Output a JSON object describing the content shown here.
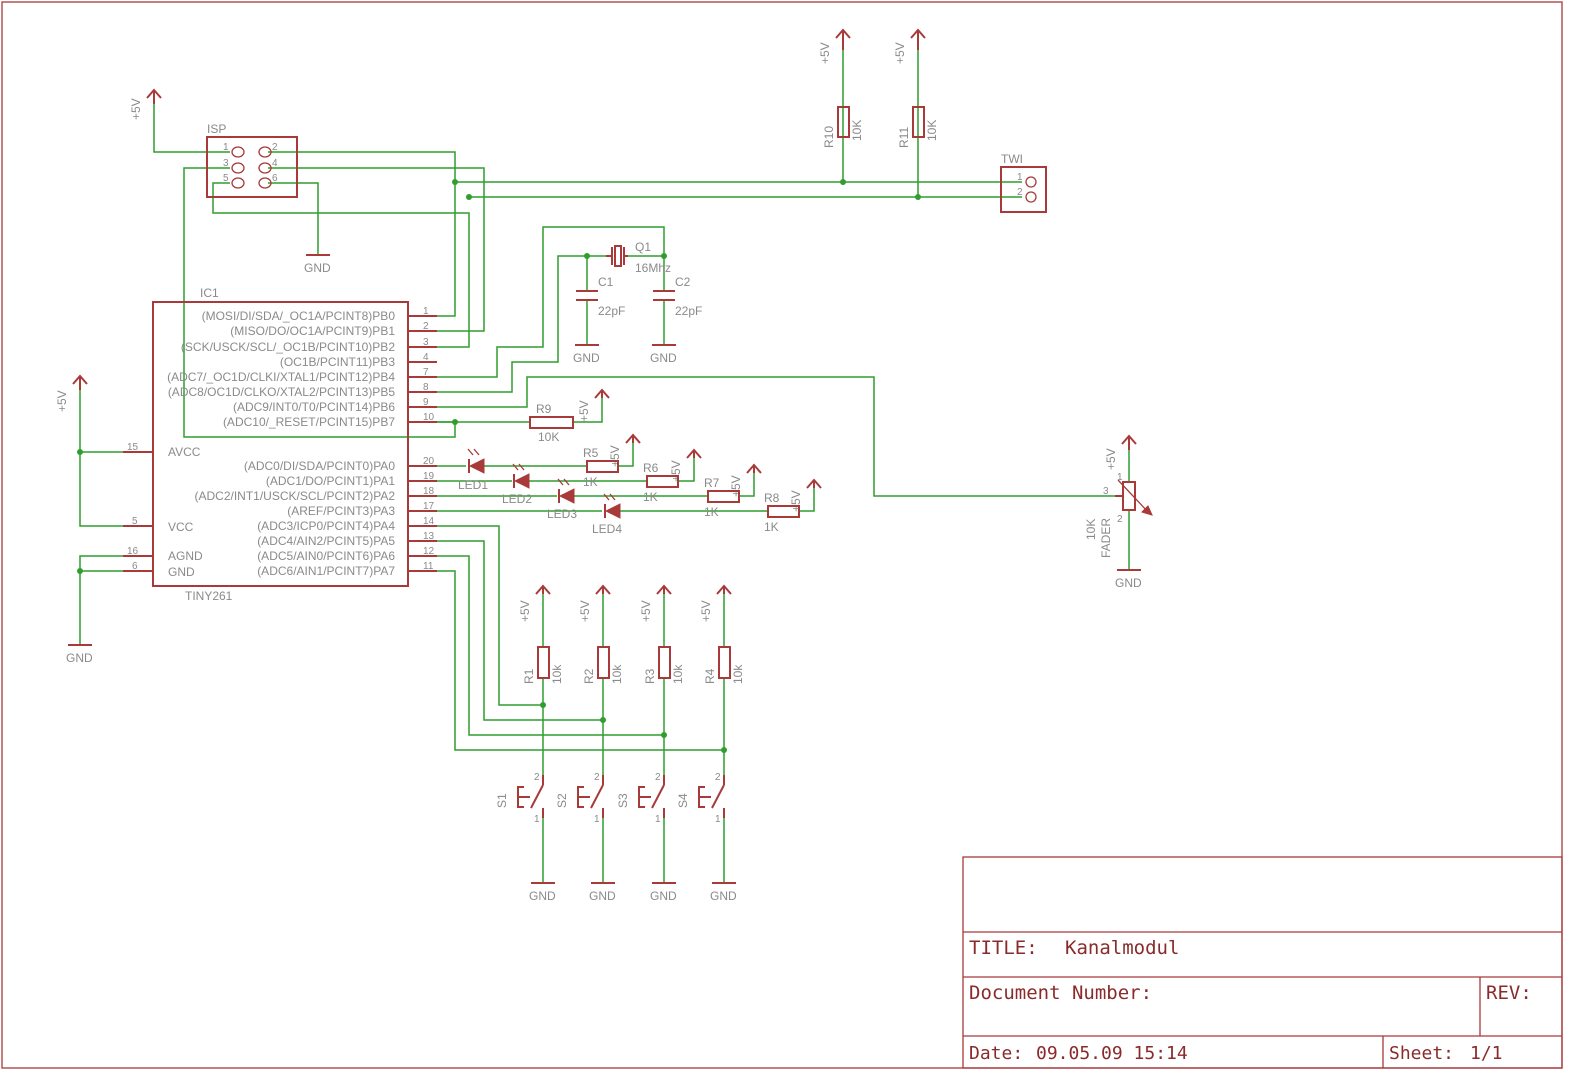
{
  "title_block": {
    "title_label": "TITLE:",
    "title": "Kanalmodul",
    "document_number_label": "Document Number:",
    "rev_label": "REV:",
    "date_label": "Date:",
    "date": "09.05.09 15:14",
    "sheet_label": "Sheet:",
    "sheet": "1/1"
  },
  "power": {
    "vcc": "+5V",
    "gnd": "GND"
  },
  "ic": {
    "name": "IC1",
    "part": "TINY261",
    "left_pins": [
      {
        "num": "15",
        "name": "AVCC"
      },
      {
        "num": "5",
        "name": "VCC"
      },
      {
        "num": "16",
        "name": "AGND"
      },
      {
        "num": "6",
        "name": "GND"
      }
    ],
    "right_pins": [
      {
        "num": "1",
        "name": "(MOSI/DI/SDA/_OC1A/PCINT8)PB0"
      },
      {
        "num": "2",
        "name": "(MISO/DO/OC1A/PCINT9)PB1"
      },
      {
        "num": "3",
        "name": "(SCK/USCK/SCL/_OC1B/PCINT10)PB2"
      },
      {
        "num": "4",
        "name": "(OC1B/PCINT11)PB3"
      },
      {
        "num": "7",
        "name": "(ADC7/_OC1D/CLKI/XTAL1/PCINT12)PB4"
      },
      {
        "num": "8",
        "name": "(ADC8/OC1D/CLKO/XTAL2/PCINT13)PB5"
      },
      {
        "num": "9",
        "name": "(ADC9/INT0/T0/PCINT14)PB6"
      },
      {
        "num": "10",
        "name": "(ADC10/_RESET/PCINT15)PB7"
      },
      {
        "num": "20",
        "name": "(ADC0/DI/SDA/PCINT0)PA0"
      },
      {
        "num": "19",
        "name": "(ADC1/DO/PCINT1)PA1"
      },
      {
        "num": "18",
        "name": "(ADC2/INT1/USCK/SCL/PCINT2)PA2"
      },
      {
        "num": "17",
        "name": "(AREF/PCINT3)PA3"
      },
      {
        "num": "14",
        "name": "(ADC3/ICP0/PCINT4)PA4"
      },
      {
        "num": "13",
        "name": "(ADC4/AIN2/PCINT5)PA5"
      },
      {
        "num": "12",
        "name": "(ADC5/AIN0/PCINT6)PA6"
      },
      {
        "num": "11",
        "name": "(ADC6/AIN1/PCINT7)PA7"
      }
    ]
  },
  "isp": {
    "name": "ISP",
    "pins": [
      "1",
      "2",
      "3",
      "4",
      "5",
      "6"
    ]
  },
  "twi": {
    "name": "TWI",
    "pins": [
      "1",
      "2"
    ]
  },
  "crystal": {
    "name": "Q1",
    "value": "16Mhz"
  },
  "caps": [
    {
      "name": "C1",
      "value": "22pF"
    },
    {
      "name": "C2",
      "value": "22pF"
    }
  ],
  "pullups": [
    {
      "name": "R10",
      "value": "10K"
    },
    {
      "name": "R11",
      "value": "10K"
    }
  ],
  "reset_resistor": {
    "name": "R9",
    "value": "10K"
  },
  "led_resistors": [
    {
      "name": "R5",
      "value": "1K"
    },
    {
      "name": "R6",
      "value": "1K"
    },
    {
      "name": "R7",
      "value": "1K"
    },
    {
      "name": "R8",
      "value": "1K"
    }
  ],
  "leds": [
    "LED1",
    "LED2",
    "LED3",
    "LED4"
  ],
  "switch_resistors": [
    {
      "name": "R1",
      "value": "10k"
    },
    {
      "name": "R2",
      "value": "10k"
    },
    {
      "name": "R3",
      "value": "10k"
    },
    {
      "name": "R4",
      "value": "10k"
    }
  ],
  "switches": [
    {
      "name": "S1",
      "pin_top": "2",
      "pin_bottom": "1"
    },
    {
      "name": "S2",
      "pin_top": "2",
      "pin_bottom": "1"
    },
    {
      "name": "S3",
      "pin_top": "2",
      "pin_bottom": "1"
    },
    {
      "name": "S4",
      "pin_top": "2",
      "pin_bottom": "1"
    }
  ],
  "fader": {
    "value": "10K",
    "name": "FADER",
    "pins": [
      "1",
      "3",
      "2"
    ]
  }
}
